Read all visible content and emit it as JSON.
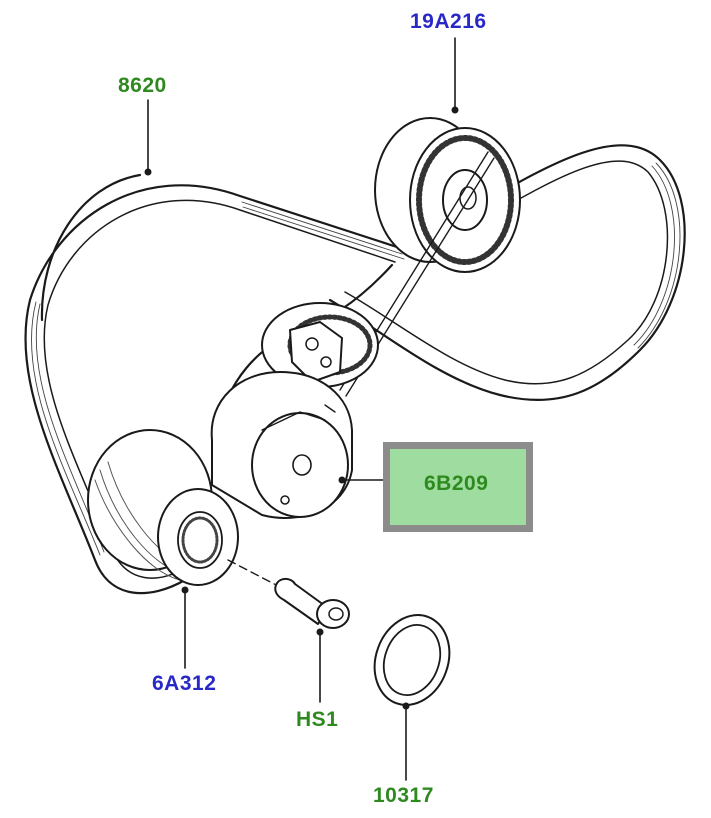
{
  "callouts": {
    "belt": "8620",
    "idler_pulley": "19A216",
    "tensioner": "6B209",
    "crank_pulley": "6A312",
    "bolt": "HS1",
    "washer": "10317"
  },
  "colors": {
    "label_green": "#2e8a1f",
    "label_blue": "#2828c8",
    "highlight_fill": "#9fdc9f",
    "highlight_border": "#8c8c8c",
    "line": "#1a1a1a"
  }
}
